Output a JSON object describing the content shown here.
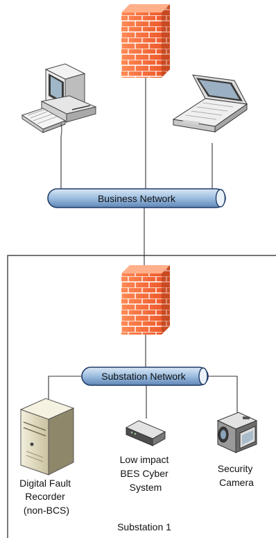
{
  "networks": {
    "business": {
      "label": "Business Network"
    },
    "substation": {
      "label": "Substation Network"
    }
  },
  "zone": {
    "label": "Substation 1"
  },
  "devices": {
    "dfr": {
      "lines": [
        "Digital Fault",
        "Recorder",
        "(non-BCS)"
      ]
    },
    "bes": {
      "lines": [
        "Low impact",
        "BES Cyber",
        "System"
      ]
    },
    "camera": {
      "lines": [
        "Security",
        "Camera"
      ]
    }
  },
  "colors": {
    "pipe_fill": "#8fb3d9",
    "pipe_stroke": "#1f3b66",
    "firewall": "#f26b3a",
    "mortar": "#ffffff",
    "device_gray": "#d9d9d9",
    "device_dark": "#555555",
    "tower_beige": "#e8e2c8"
  }
}
